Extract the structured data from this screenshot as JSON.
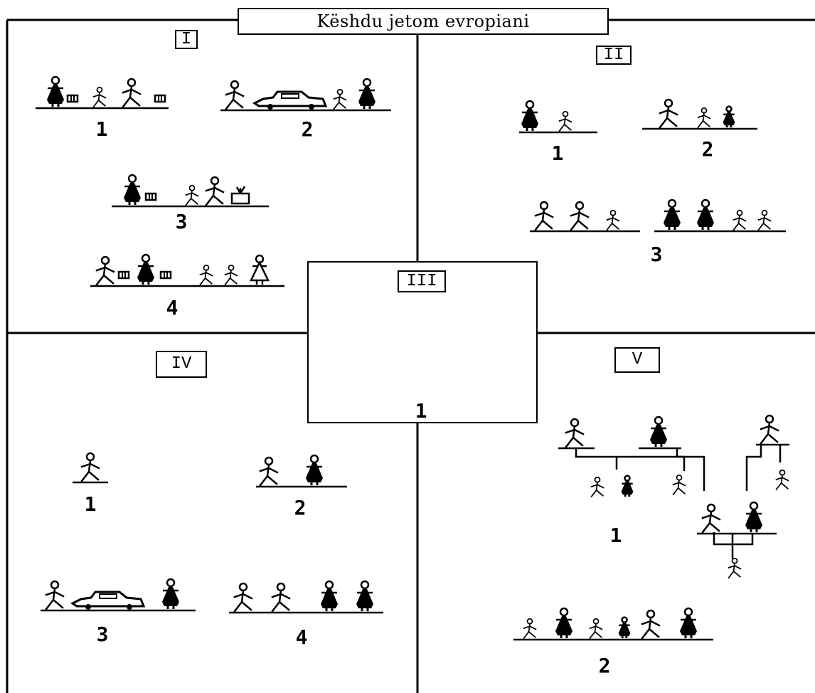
{
  "title": "Këshdu jetom evropiani",
  "sections": {
    "I": {
      "label": "I",
      "numbers": [
        "1",
        "2",
        "3",
        "4"
      ]
    },
    "II": {
      "label": "II",
      "numbers": [
        "1",
        "2",
        "3"
      ]
    },
    "III": {
      "label": "III",
      "numbers": [
        "1"
      ]
    },
    "IV": {
      "label": "IV",
      "numbers": [
        "1",
        "2",
        "3",
        "4"
      ]
    },
    "V": {
      "label": "V",
      "numbers": [
        "1",
        "2"
      ]
    }
  },
  "colors": {
    "line": "#000000",
    "background": "#ffffff"
  }
}
